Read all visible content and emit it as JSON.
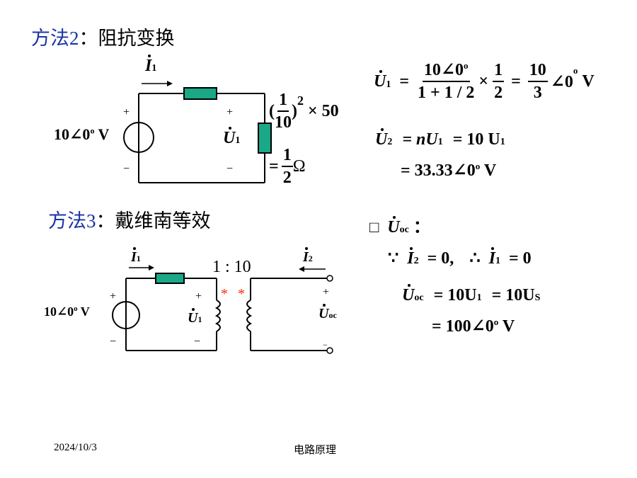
{
  "headings": {
    "method2_prefix": "方法2",
    "method2_rest": "：阻抗变换",
    "method3_prefix": "方法3",
    "method3_rest": "：戴维南等效"
  },
  "circuit1": {
    "current_label": "I",
    "current_sub": "1",
    "source_label": "10∠0",
    "source_deg": "o",
    "source_unit": "V",
    "plus": "+",
    "minus": "−",
    "voltage_label": "U",
    "voltage_sub": "1",
    "impedance_open": "(",
    "impedance_num": "1",
    "impedance_den": "10",
    "impedance_close": ")",
    "impedance_exp": "2",
    "impedance_times": "× 50",
    "equals": "=",
    "result_num": "1",
    "result_den": "2",
    "result_unit": "Ω"
  },
  "equations_right": {
    "eq1_lhs": "U",
    "eq1_lhs_sub": "1",
    "eq1_eq": "=",
    "eq1_f1_num": "10∠0",
    "eq1_f1_num_deg": "o",
    "eq1_f1_den": "1 + 1 / 2",
    "eq1_times": "×",
    "eq1_f2_num": "1",
    "eq1_f2_den": "2",
    "eq1_eq2": "=",
    "eq1_f3_num": "10",
    "eq1_f3_den": "3",
    "eq1_angle": "∠0",
    "eq1_deg": "o",
    "eq1_unit": "V",
    "eq2_lhs": "U",
    "eq2_lhs_sub": "2",
    "eq2_mid": "= nU",
    "eq2_mid_sub": "1",
    "eq2_rhs": "= 10 U",
    "eq2_rhs_sub": "1",
    "eq3": "= 33.33∠0",
    "eq3_deg": "o",
    "eq3_unit": "V"
  },
  "circuit2": {
    "current1_label": "I",
    "current1_sub": "1",
    "ratio": "1 : 10",
    "current2_label": "I",
    "current2_sub": "2",
    "source_label": "10∠0",
    "source_deg": "o",
    "source_unit": "V",
    "plus": "+",
    "minus": "−",
    "voltage_label": "U",
    "voltage_sub": "1",
    "star": "*",
    "uoc_label": "U",
    "uoc_sub": "oc"
  },
  "equations_thevenin": {
    "bullet": "□",
    "uoc_head": "U",
    "uoc_head_sub": "oc",
    "uoc_colon": "：",
    "because": "∵",
    "i2_label": "I",
    "i2_sub": "2",
    "i2_rest": "= 0,",
    "therefore": "∴",
    "i1_label": "I",
    "i1_sub": "1",
    "i1_rest": "= 0",
    "uoc_eq_lhs": "U",
    "uoc_eq_lhs_sub": "oc",
    "uoc_eq_mid": "= 10U",
    "uoc_eq_mid_sub": "1",
    "uoc_eq_rhs": "= 10U",
    "uoc_eq_rhs_sub": "S",
    "uoc_result": "= 100∠0",
    "uoc_result_deg": "o",
    "uoc_result_unit": "V"
  },
  "footer": {
    "date": "2024/10/3",
    "title": "电路原理"
  },
  "colors": {
    "heading_accent": "#1a33a6",
    "component_fill": "#1aa886",
    "star_color": "#ff2a00"
  }
}
